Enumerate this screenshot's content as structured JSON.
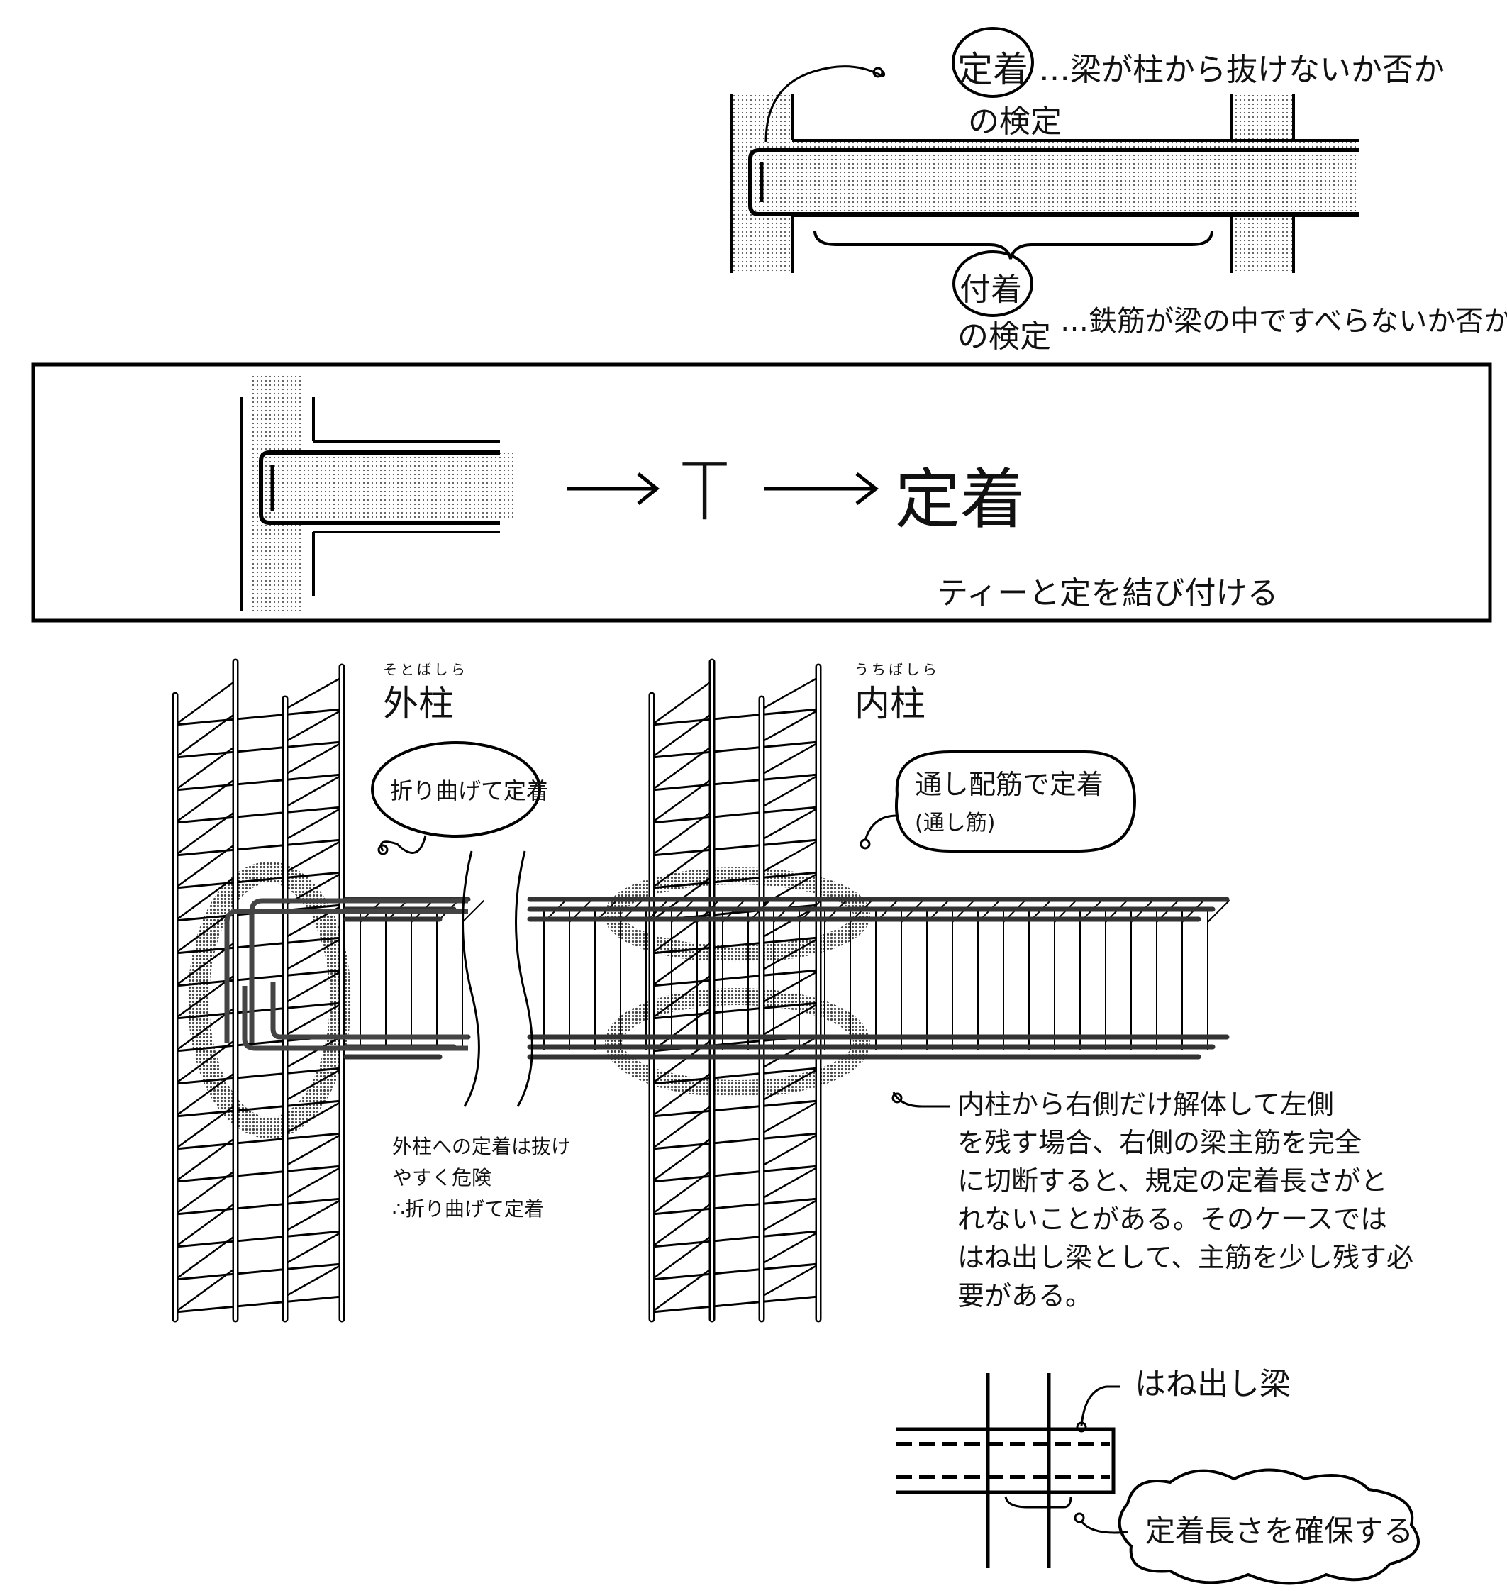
{
  "top_diagram": {
    "anchorage_label": "定着",
    "anchorage_suffix": "の検定",
    "anchorage_desc": "…梁が柱から抜けないか否か",
    "bond_label": "付着",
    "bond_suffix": "の検定",
    "bond_desc": "…鉄筋が梁の中ですべらないか否か"
  },
  "mnemonic_box": {
    "letter": "T",
    "result": "定着",
    "caption": "ティーと定を結び付ける"
  },
  "main_diagram": {
    "outer_column_ruby": "そとばしら",
    "outer_column": "外柱",
    "inner_column_ruby": "うちばしら",
    "inner_column": "内柱",
    "bubble_bent": "折り曲げて定着",
    "bubble_through_line1": "通し配筋で定着",
    "bubble_through_line2": "(通し筋)",
    "outer_note": [
      "外柱への定着は抜け",
      "やすく危険",
      "∴折り曲げて定着"
    ],
    "inner_note": [
      "内柱から右側だけ解体して左側",
      "を残す場合、右側の梁主筋を完全",
      "に切断すると、規定の定着長さがと",
      "れないことがある。そのケースでは",
      "はね出し梁として、主筋を少し残す必",
      "要がある。"
    ]
  },
  "cantilever_diagram": {
    "label": "はね出し梁",
    "cloud_text": "定着長さを確保する"
  }
}
